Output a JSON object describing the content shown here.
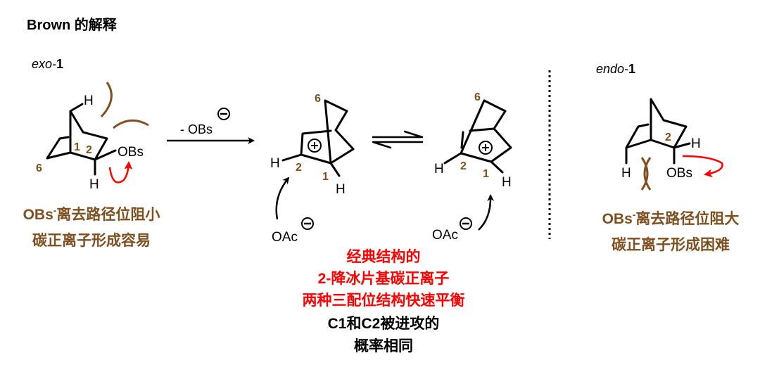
{
  "title": "Brown 的解释",
  "colors": {
    "brown": "#7f4f1f",
    "red": "#ff0000",
    "black": "#000000"
  },
  "exo": {
    "label_prefix": "exo-",
    "label_num": "1",
    "atoms": {
      "h_top": "H",
      "h_bottom": "H",
      "leaving": "OBs"
    },
    "numbers": {
      "c1": "1",
      "c2": "2",
      "c6": "6"
    },
    "caption": {
      "line1_prefix": "OBs",
      "line1_sup": "-",
      "line1_rest": "离去路径位阻小",
      "line2": "碳正离子形成容易"
    }
  },
  "reaction_arrow": {
    "label": "- OBs",
    "charge": "−"
  },
  "cation_left": {
    "atoms": {
      "h2": "H",
      "h1": "H"
    },
    "numbers": {
      "c6": "6",
      "c2": "2",
      "c1": "1"
    },
    "charge": "+",
    "nucleophile": "OAc",
    "nuc_charge": "−"
  },
  "cation_right": {
    "atoms": {
      "h2": "H",
      "h1": "H"
    },
    "numbers": {
      "c6": "6",
      "c2": "2",
      "c1": "1"
    },
    "charge": "+",
    "nucleophile": "OAc",
    "nuc_charge": "−"
  },
  "center_caption": {
    "red": [
      "经典结构的",
      "2-降冰片基碳正离子",
      "两种三配位结构快速平衡"
    ],
    "black": [
      "C1和C2被进攻的",
      "概率相同"
    ]
  },
  "endo": {
    "label_prefix": "endo-",
    "label_num": "1",
    "atoms": {
      "h_c2": "H",
      "h_c6": "H",
      "leaving": "OBs"
    },
    "numbers": {
      "c2": "2"
    },
    "caption": {
      "line1_prefix": "OBs",
      "line1_sup": "-",
      "line1_rest": "离去路径位阻大",
      "line2": "碳正离子形成困难"
    }
  }
}
